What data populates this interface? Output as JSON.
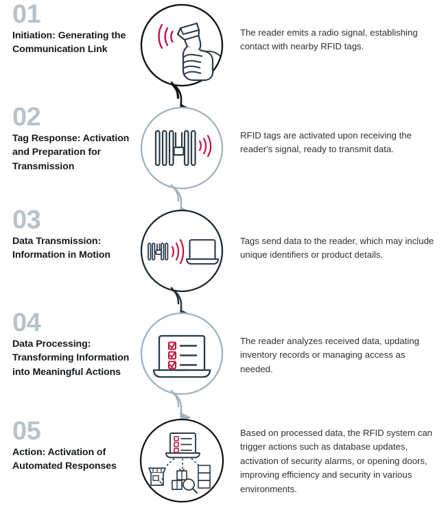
{
  "theme": {
    "number_color": "#b6c3cb",
    "title_color": "#14191d",
    "body_color": "#2b2f33",
    "circle_dark": "#121416",
    "circle_light": "#9fb2bd",
    "icon_navy": "#2b3a47",
    "icon_red": "#c2123c",
    "background": "#ffffff"
  },
  "steps": [
    {
      "number": "01",
      "title": "Initiation: Generating the Communication Link",
      "description": "The reader emits a radio signal, establishing contact with nearby RFID tags.",
      "icon": "rfid-handheld-reader-icon",
      "circle_style": "dark",
      "has_tail": true,
      "connector_color": "#121416"
    },
    {
      "number": "02",
      "title": "Tag Response: Activation and Preparation for Transmission",
      "description": "RFID tags are activated upon receiving the reader's signal, ready to transmit data.",
      "icon": "rfid-tag-antenna-icon",
      "circle_style": "light",
      "has_tail": true,
      "connector_color": "#9fb2bd"
    },
    {
      "number": "03",
      "title": "Data Transmission: Information in Motion",
      "description": "Tags send data to the reader, which may include unique identifiers or product details.",
      "icon": "tag-to-laptop-transmission-icon",
      "circle_style": "dark",
      "has_tail": true,
      "connector_color": "#2b3a47"
    },
    {
      "number": "04",
      "title": "Data Processing: Transforming Information into Meaningful Actions",
      "description": "The reader analyzes received data, updating inventory records or managing access as needed.",
      "icon": "laptop-checklist-icon",
      "circle_style": "light",
      "has_tail": true,
      "connector_color": "#9fb2bd"
    },
    {
      "number": "05",
      "title": "Action: Activation of Automated Responses",
      "description": "Based on processed data, the RFID system can trigger actions such as database updates, activation of security alarms, or opening doors, improving efficiency and security in various environments.",
      "icon": "automated-network-actions-icon",
      "circle_style": "dark",
      "has_tail": false,
      "connector_color": ""
    }
  ]
}
